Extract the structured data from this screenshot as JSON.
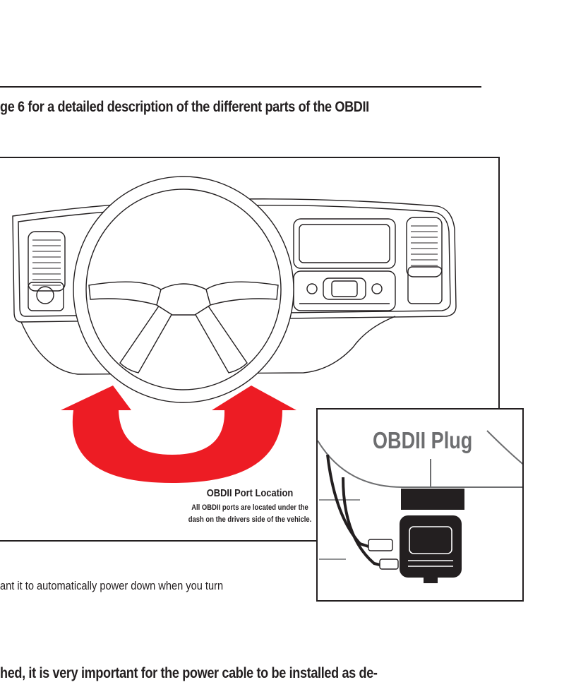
{
  "document": {
    "heading_top": "ge 6 for a detailed description of the different parts of the OBDII",
    "body_line": "ant it to automatically power down when you turn",
    "heading_bottom": "hed, it is very important for the power cable to be installed as de-"
  },
  "figure": {
    "caption_title": "OBDII Port Location",
    "caption_line1": "All OBDII ports are located under the",
    "caption_line2": "dash on the drivers side of the vehicle.",
    "arrow_color": "#ed1c24",
    "line_color": "#231f20"
  },
  "inset": {
    "label": "OBDII Plug",
    "label_color": "#6d6e70"
  }
}
